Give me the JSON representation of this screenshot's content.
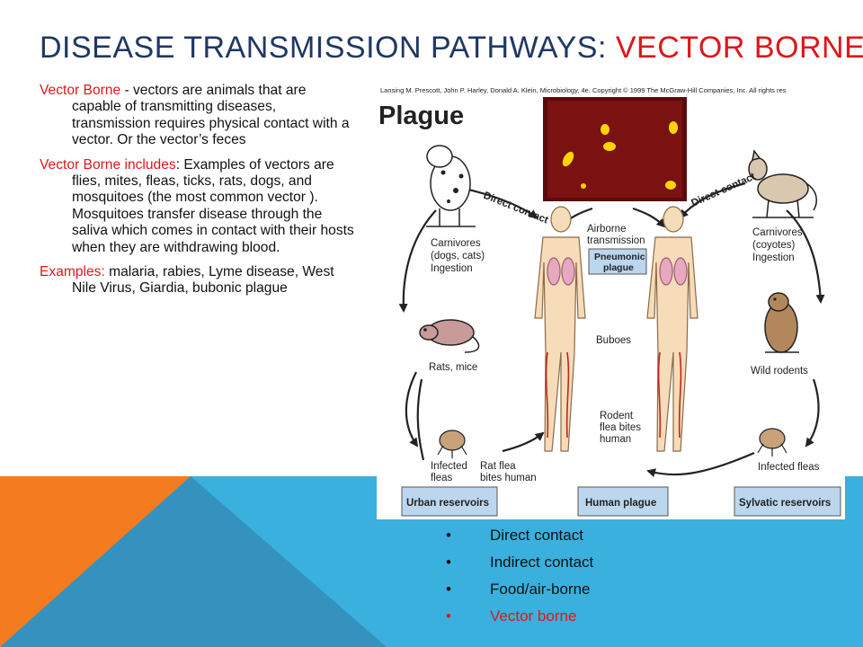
{
  "slide": {
    "title_main": "DISEASE TRANSMISSION PATHWAYS",
    "title_sep": ": ",
    "title_accent": "VECTOR BORNE",
    "paragraphs": [
      {
        "label": "Vector Borne",
        "text": " - vectors are animals that are capable of transmitting diseases, transmission requires physical contact with a vector. Or the vector’s feces"
      },
      {
        "label": "Vector Borne includes",
        "text": ": Examples of vectors are flies, mites, fleas, ticks, rats, dogs, and mosquitoes (the most common vector ). Mosquitoes transfer disease through the saliva which comes in contact with their hosts when they are withdrawing blood."
      },
      {
        "label": "Examples:",
        "text": " malaria, rabies, Lyme disease, West Nile Virus, Giardia, bubonic plague"
      }
    ],
    "bullets": [
      {
        "bullet": "•",
        "text": "Direct contact"
      },
      {
        "bullet": "•",
        "text": "Indirect contact"
      },
      {
        "bullet": "•",
        "text": "Food/air-borne"
      },
      {
        "bullet": "•",
        "text": "Vector borne"
      }
    ],
    "active_bullet": 3
  },
  "figure": {
    "copyright": "Lansing M. Prescott, John P. Harley, Donald A. Klein, Microbiology, 4e. Copyright © 1999 The McGraw-Hill Companies, Inc.  All rights res",
    "heading": "Plague",
    "labels": {
      "direct_contact_left": "Direct contact",
      "direct_contact_right": "Direct contact",
      "carnivores_left": [
        "Carnivores",
        "(dogs, cats)",
        "Ingestion"
      ],
      "carnivores_right": [
        "Carnivores",
        "(coyotes)",
        "Ingestion"
      ],
      "airborne": [
        "Airborne",
        "transmission"
      ],
      "pneumonic": [
        "Pneumonic",
        "plague"
      ],
      "rats_mice": "Rats, mice",
      "wild_rodents": "Wild rodents",
      "buboes": "Buboes",
      "rodent_flea": [
        "Rodent",
        "flea bites",
        "human"
      ],
      "infected_fleas_left": [
        "Infected",
        "fleas"
      ],
      "rat_flea": [
        "Rat flea",
        "bites human"
      ],
      "infected_fleas_right": "Infected fleas",
      "urban": "Urban reservoirs",
      "human_plague": "Human plague",
      "sylvatic": "Sylvatic reservoirs"
    }
  },
  "colors": {
    "title": "#1f3864",
    "accent": "#e0161a",
    "blue": "#3ab0de",
    "blue_dark": "#2f93c0",
    "orange": "#f47b20",
    "box": "#bcd6ee"
  }
}
